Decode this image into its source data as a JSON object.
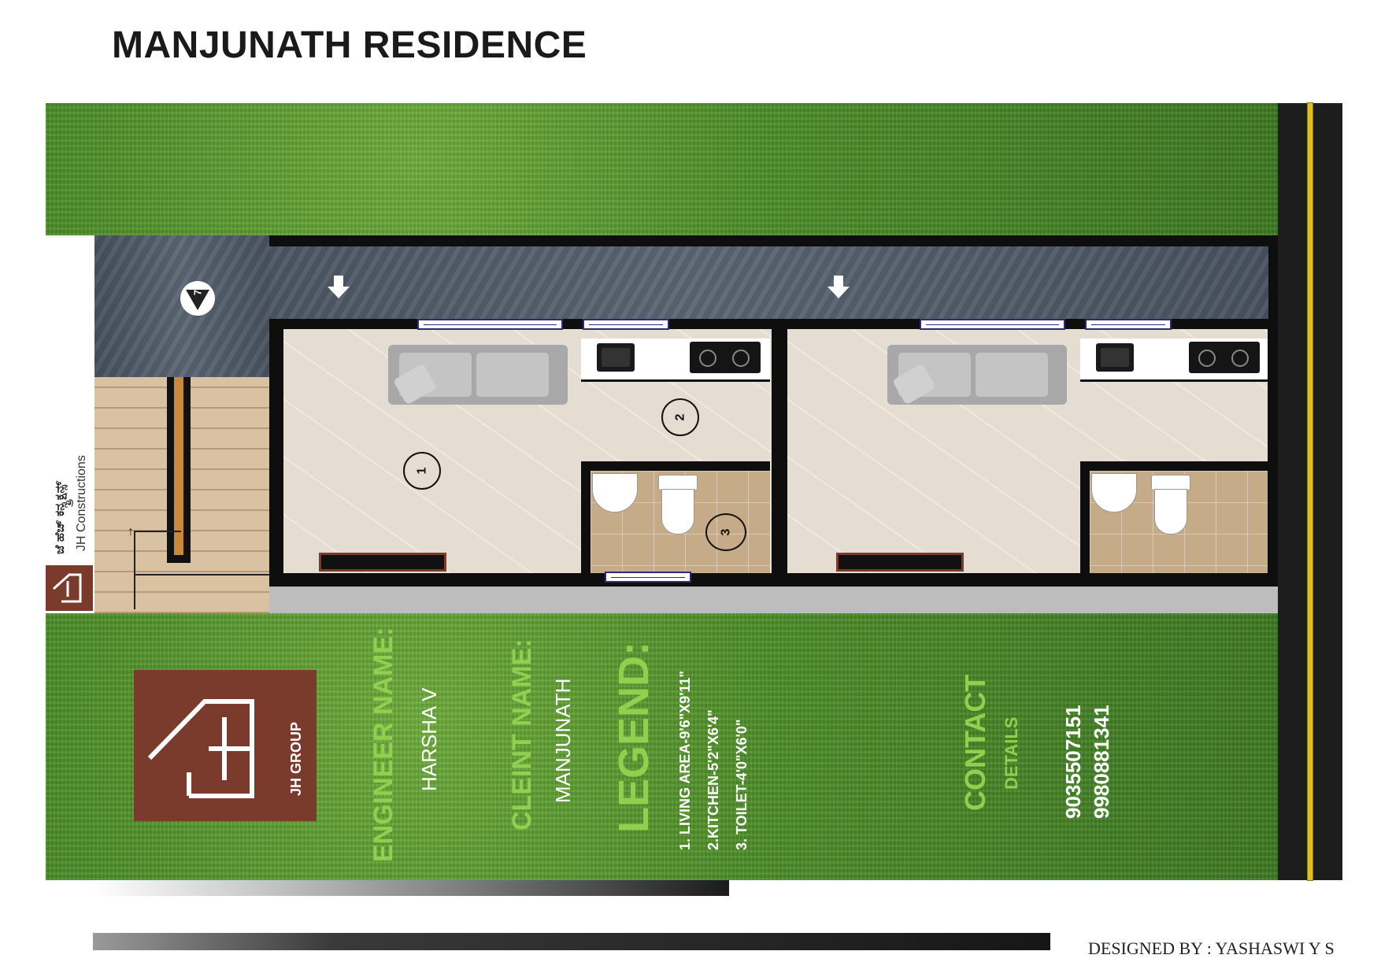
{
  "title": "MANJUNATH RESIDENCE",
  "logo": {
    "text": "JH GROUP",
    "small_text": "JH GROUP",
    "brand_color": "#7a3b2c"
  },
  "sign": {
    "kannada": "ಜೆ ಹೆಚ್ ಕನ್ಸ್ಟ್ರಕ್ಷನ್ಸ್",
    "english": "JH Constructions"
  },
  "stairs_marker": "7",
  "room_markers": [
    "1",
    "2",
    "3"
  ],
  "info": {
    "engineer_heading": "ENGINEER NAME:",
    "engineer_name": "HARSHA V",
    "client_heading": "CLEINT NAME:",
    "client_name": "MANJUNATH",
    "legend_heading": "LEGEND:",
    "legend_items": [
      "1. LIVING AREA-9'6\"X9'11\"",
      "2.KITCHEN-5'2\"X6'4\"",
      "3. TOILET-4'0\"X6'0\""
    ],
    "contact_heading": "CONTACT",
    "contact_sub": "DETAILS",
    "phones": [
      "9035507151",
      "9980881341"
    ]
  },
  "designer": "DESIGNED BY : YASHASWI Y S",
  "colors": {
    "label_green": "#8fd14f",
    "road_line": "#e0c020"
  },
  "icons": [
    "entry-arrow-icon",
    "sofa-icon",
    "sink-icon",
    "stove-icon",
    "washbasin-icon",
    "toilet-icon",
    "tv-unit-icon"
  ]
}
